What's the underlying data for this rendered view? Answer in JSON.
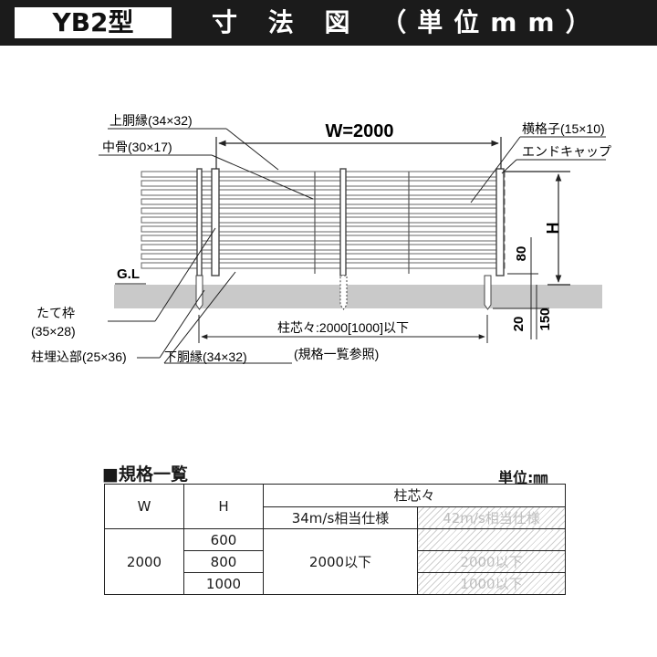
{
  "header": {
    "model": "YB2型",
    "title": "寸 法 図 （単位mm）"
  },
  "diagram": {
    "width_dim": "W=2000",
    "height_dim": "H",
    "dim_80": "80",
    "dim_20": "20",
    "dim_150": "150",
    "ground_label": "G.L",
    "post_pitch": "柱芯々:2000[1000]以下",
    "labels": {
      "upper_rail": "上胴縁(34×32)",
      "middle_post": "中骨(30×17)",
      "slat": "横格子(15×10)",
      "end_cap": "エンドキャップ",
      "frame_line1": "たて枠",
      "frame_line2": "(35×28)",
      "post_embed": "柱埋込部(25×36)",
      "lower_rail": "下胴縁(34×32)",
      "see_table": "(規格一覧参照)"
    }
  },
  "spec": {
    "heading": "■規格一覧",
    "unit": "単位:㎜",
    "col_w": "W",
    "col_h": "H",
    "col_pitch": "柱芯々",
    "sub_34": "34m/s相当仕様",
    "sub_42": "42m/s相当仕様",
    "w_value": "2000",
    "h_values": [
      "600",
      "800",
      "1000"
    ],
    "pitch_34": "2000以下",
    "pitch_42_a": "2000以下",
    "pitch_42_b": "1000以下"
  }
}
